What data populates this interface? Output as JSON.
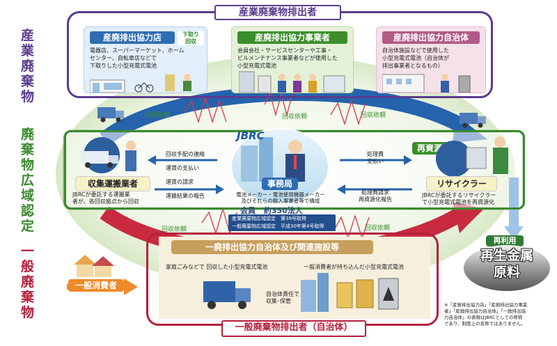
{
  "side_labels": {
    "industrial_waste": "産業廃棄物",
    "wide_area_cert": "廃棄物広域認定",
    "general_waste": "一般廃棄物"
  },
  "top_title": "産業廃棄物排出者",
  "cards": {
    "store": {
      "title": "産廃排出協力店",
      "badge": "下取り\n回収",
      "text": "電器店、スーパーマーケット、ホーム\nセンター、自転車店などで\n下取りした小型充電式電池"
    },
    "business": {
      "title": "産廃排出協力事業者",
      "text": "会員会社・サービスセンターや工事・\nビルメンテナンス事業者などが使用した\n小型充電式電池"
    },
    "municipality": {
      "title": "産廃排出協力自治体",
      "text": "自治体施設などで使用した\n小型充電式電池（自治体が\n排出事業者となるもの）"
    }
  },
  "arrow_labels": {
    "collect_left": "回収依頼",
    "collect_mid": "回収依頼",
    "collect_right": "回収依頼",
    "collect_bottom_left": "回収依頼",
    "collect_bottom_right": "回収依頼"
  },
  "transporter": {
    "title": "収集運搬業者",
    "text": "JBRCが委託する運搬業\n者が、各回収拠点から回収"
  },
  "left_flows": {
    "arrange": "回収手配の連絡",
    "pay": "運賃の支払い",
    "claim": "運賃の請求",
    "report": "運搬結果の報告"
  },
  "office": {
    "logo": "JBRC",
    "title": "事務局",
    "desc": "電池メーカー・電池使用機器メーカー\n及びそれらの輸入事業者等で構成",
    "members_label": "会員",
    "members_value": "約350法人",
    "cert1": "産業廃棄物広域認定　第39号取得",
    "cert2": "一般廃棄物広域認定　平成30年第4号取得"
  },
  "right_flows": {
    "fee": "処理費\n支払い",
    "fee_claim": "処理費請求\n再資源化報告"
  },
  "recycler": {
    "badge": "再資源化",
    "title": "リサイクラー",
    "text": "JBRCが委託するリサイクラー\nで小型充電式電池を再資源化"
  },
  "reuse": {
    "label": "再利用",
    "main": "再生金属\n原料"
  },
  "general": {
    "title": "一廃排出協力自治体及び関連施設等",
    "home": "家庭ごみなどで 回収した小型充電式電池",
    "consumer_brought": "一般消費者が持ち込んだ小型充電式電池",
    "truck_note": "自治体責任で\n収集･保管",
    "bottom_title": "一般廃棄物排出者（自治体）"
  },
  "consumer": "一般消費者",
  "footnote": "※「産廃排出協力店」「産廃排出協力事業\n者」「産廃排出協力自治体」「一廃排出協\n力自治体」の表現はJBRCとしての呼称\nであり、制度上の名称ではありません。",
  "colors": {
    "purple": "#5b3b8e",
    "green": "#3a8a2f",
    "red": "#b4203b",
    "blue": "#1b5fa8"
  }
}
